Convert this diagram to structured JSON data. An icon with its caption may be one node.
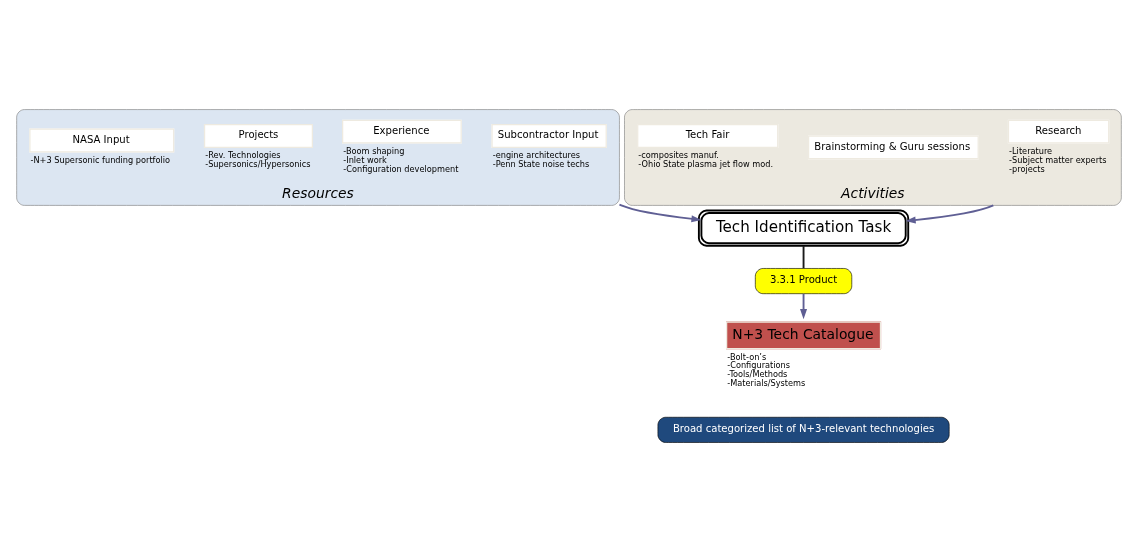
{
  "diagram": {
    "nodes": [
      {
        "text": [
          "Resources"
        ]
      },
      {
        "text": [
          "Subcontractor Input"
        ],
        "in": 0,
        "beside": [
          "-engine architectures",
          "-Penn State noise techs"
        ]
      },
      {
        "text": [
          "Experience"
        ],
        "in": 0,
        "beside": [
          "-Boom shaping",
          "-Inlet work",
          "-Configuration development"
        ]
      },
      {
        "text": [
          "Projects"
        ],
        "in": 0,
        "beside": [
          "-Rev. Technologies",
          "-Supersonics/Hypersonics"
        ]
      },
      {
        "text": [
          "NASA Input"
        ],
        "in": 0,
        "beside": [
          "-N+3 Supersonic funding portfolio"
        ]
      },
      {
        "text": [
          "Tech Identification Task"
        ]
      },
      {
        "text": [
          "Activities"
        ]
      },
      {
        "text": [
          "Research"
        ],
        "in": 6,
        "beside": [
          "-Literature",
          "-Subject matter experts",
          "-projects"
        ]
      },
      {
        "text": [
          "Brainstorming & Guru sessions"
        ],
        "in": 6
      },
      {
        "text": [
          "Tech Fair"
        ],
        "in": 6,
        "beside": [
          "-composites manuf.",
          "-Ohio State plasma jet flow mod."
        ]
      },
      {
        "text": [
          "3.3.1 Product"
        ]
      },
      {
        "text": [
          "N+3 Tech Catalogue"
        ],
        "beside": [
          "-Bolt-on’s",
          "-Configurations",
          "-Tools/Methods",
          "-Materials/Systems"
        ]
      },
      {
        "text": [
          "Broad categorized list of N+3-relevant technologies"
        ]
      }
    ],
    "edges": [
      {
        "from": 0,
        "to": 5,
        "arrow": "to"
      },
      {
        "from": 6,
        "to": 5,
        "arrow": "to"
      },
      {
        "from": 5,
        "to": 10,
        "arrow": "none",
        "color": "#1a1a1a"
      },
      {
        "from": 10,
        "to": 11,
        "arrow": "to"
      }
    ]
  }
}
